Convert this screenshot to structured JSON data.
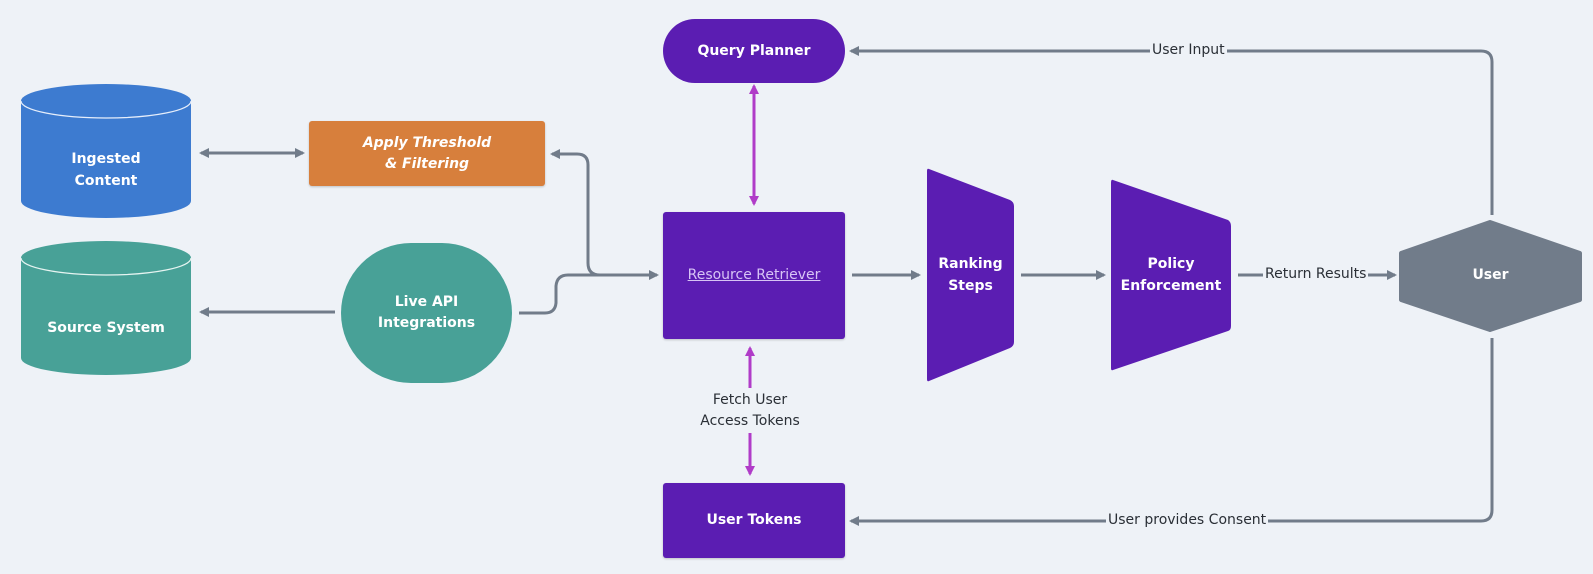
{
  "diagram": {
    "nodes": {
      "query_planner": "Query Planner",
      "ingested_content": [
        "Ingested",
        "Content"
      ],
      "apply_threshold": [
        "Apply Threshold",
        "& Filtering"
      ],
      "source_system": "Source System",
      "live_api": [
        "Live API",
        "Integrations"
      ],
      "resource_retriever": "Resource Retriever",
      "ranking_steps": [
        "Ranking",
        "Steps"
      ],
      "policy_enforcement": [
        "Policy",
        "Enforcement"
      ],
      "user": "User",
      "user_tokens": "User Tokens"
    },
    "edge_labels": {
      "user_input": "User Input",
      "return_results": "Return Results",
      "fetch_tokens": [
        "Fetch User",
        "Access Tokens"
      ],
      "user_consent": "User provides Consent"
    },
    "colors": {
      "background": "#eef2f7",
      "purple": "#5b1db2",
      "blue": "#3d7bd0",
      "teal": "#48a197",
      "orange": "#d77f3c",
      "gray_node": "#717c8a",
      "edge": "#717c8a",
      "magenta_edge": "#b03cc8"
    }
  }
}
